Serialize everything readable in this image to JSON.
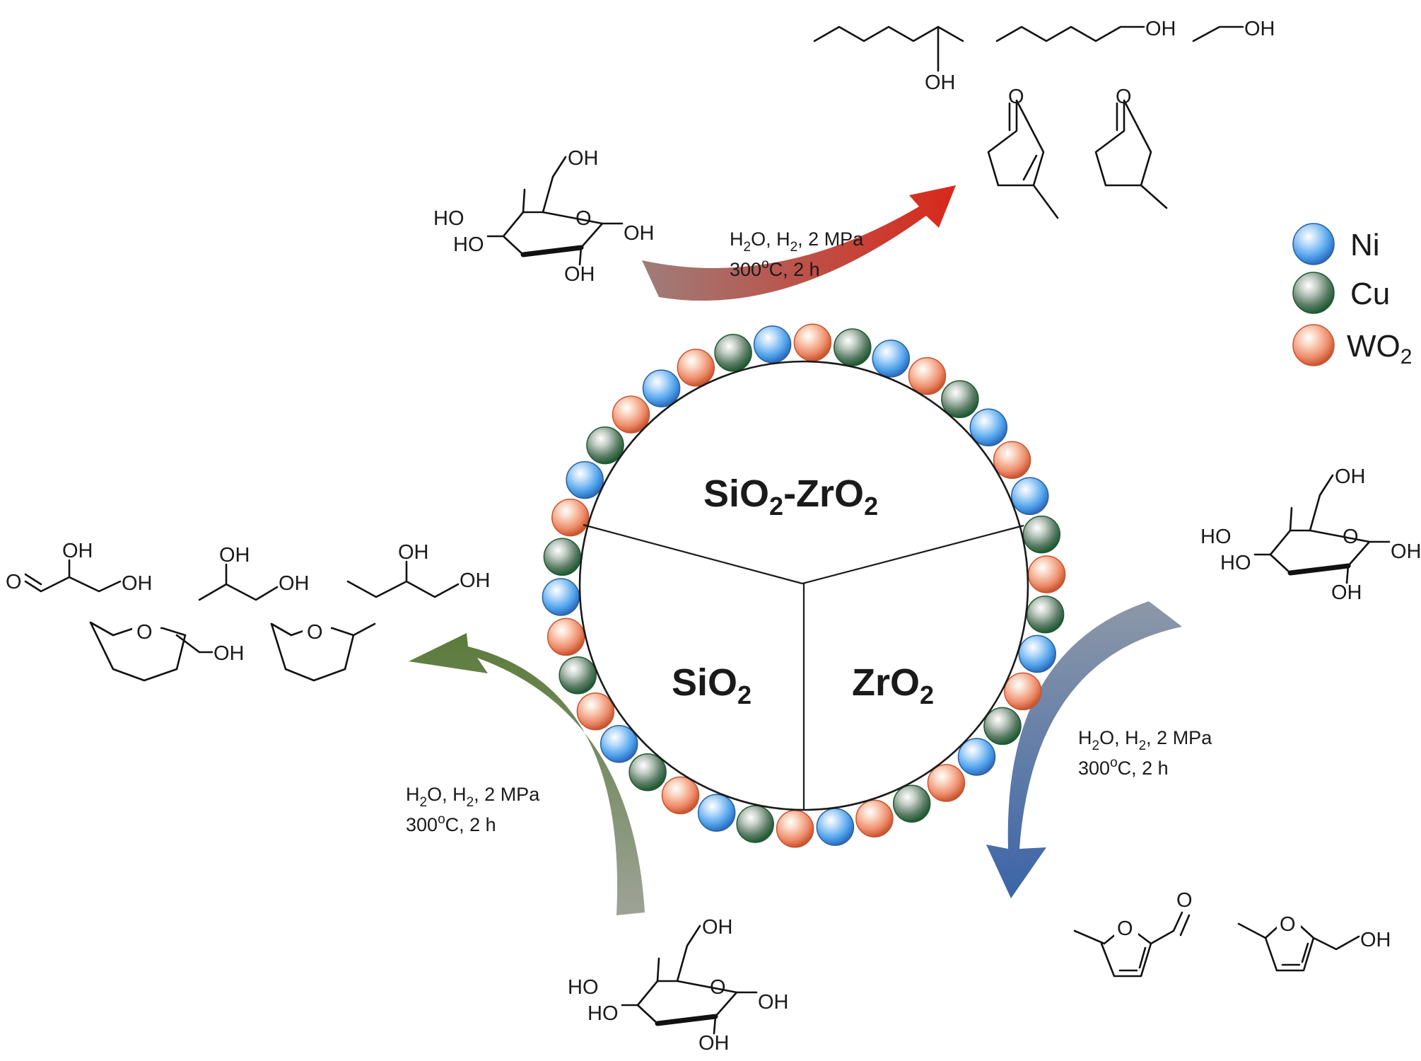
{
  "support": {
    "top_label": "SiO2-ZrO2",
    "left_label": "SiO2",
    "right_label": "ZrO2"
  },
  "legend": [
    {
      "label": "Ni",
      "color": "#4fa3ec"
    },
    {
      "label": "Cu",
      "color": "#3f6e55"
    },
    {
      "label": "WO2",
      "color": "#ee8c6a"
    }
  ],
  "nanoparticle_ring": [
    "WO2",
    "Cu",
    "Ni",
    "WO2",
    "Cu",
    "Ni",
    "WO2",
    "Cu",
    "Ni",
    "WO2",
    "Ni",
    "Cu",
    "WO2",
    "Cu",
    "Ni",
    "WO2",
    "Cu",
    "Ni",
    "WO2",
    "Cu",
    "WO2",
    "Ni",
    "WO2",
    "Cu",
    "Ni",
    "WO2",
    "Cu",
    "Ni",
    "WO2",
    "Cu",
    "WO2",
    "Ni",
    "Cu",
    "WO2",
    "Ni",
    "Cu",
    "WO2",
    "Ni"
  ],
  "conditions": {
    "top": [
      "H2O, H2, 2 MPa",
      "300oC, 2 h"
    ],
    "right": [
      "H2O, H2, 2 MPa",
      "300oC, 2 h"
    ],
    "left": [
      "H2O, H2, 2 MPa",
      "300oC, 2 h"
    ]
  },
  "arrow_colors": {
    "top": [
      "#9e7d7a",
      "#d9281a"
    ],
    "right": [
      "#8d98a8",
      "#3b64a8"
    ],
    "left": [
      "#9ea397",
      "#5a7a3a"
    ]
  },
  "atoms": {
    "oh": "OH",
    "ho": "HO",
    "o": "O"
  }
}
